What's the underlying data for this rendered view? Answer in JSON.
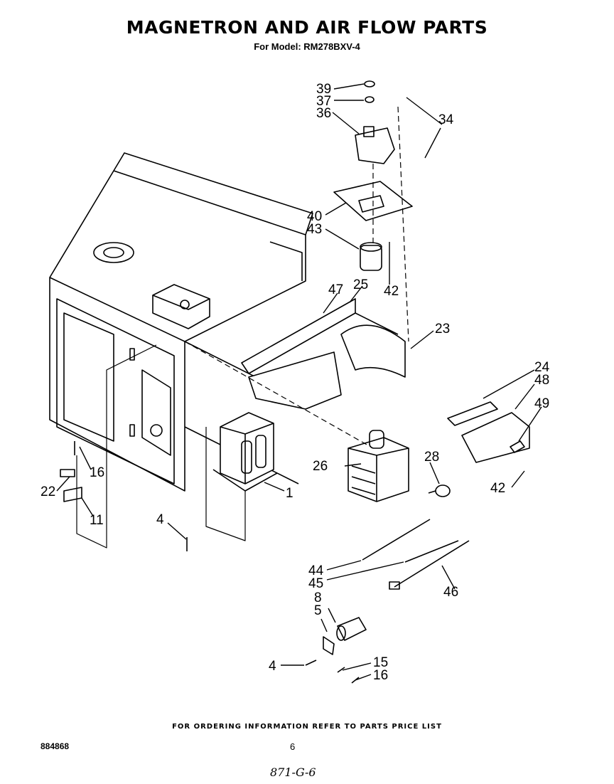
{
  "header": {
    "title": "MAGNETRON AND AIR FLOW PARTS",
    "subtitle": "For Model: RM278BXV-4"
  },
  "callouts": [
    "39",
    "37",
    "36",
    "34",
    "40",
    "43",
    "42",
    "47",
    "25",
    "23",
    "24",
    "48",
    "49",
    "22",
    "16",
    "11",
    "4",
    "26",
    "28",
    "1",
    "42",
    "44",
    "45",
    "46",
    "8",
    "5",
    "4",
    "15",
    "16"
  ],
  "footer": {
    "ordering_note": "FOR ORDERING INFORMATION REFER TO PARTS PRICE LIST",
    "doc_number": "884868",
    "page_number": "6",
    "handwritten": "871-G-6"
  }
}
